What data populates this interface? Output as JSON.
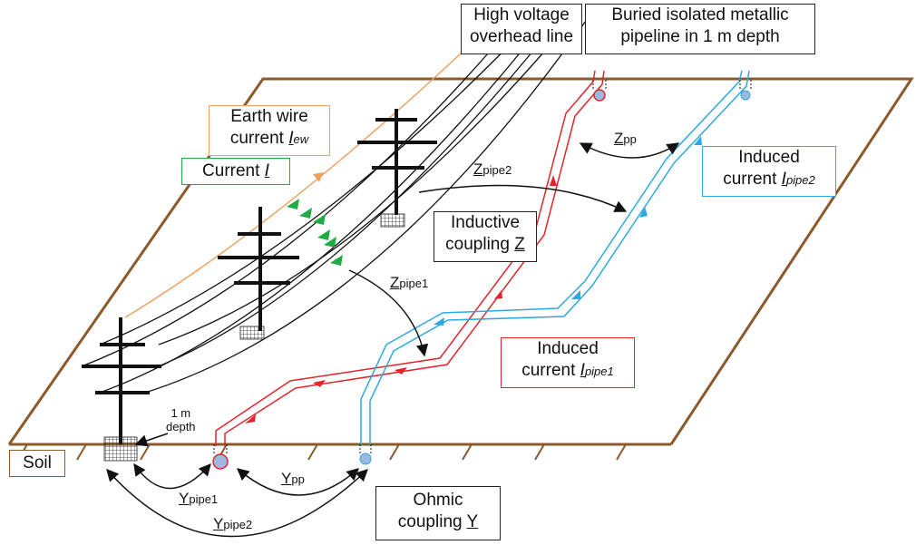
{
  "labels": {
    "hv_line": [
      "High voltage",
      "overhead line"
    ],
    "pipeline": [
      "Buried isolated metallic",
      "pipeline in 1 m depth"
    ],
    "earth_wire": {
      "line1": "Earth wire",
      "line2": "current ",
      "sym": "I",
      "sub": "ew"
    },
    "current": {
      "text": "Current ",
      "sym": "I"
    },
    "induced2": {
      "line1": "Induced",
      "line2": "current ",
      "sym": "I",
      "sub": "pipe2"
    },
    "induced1": {
      "line1": "Induced",
      "line2": "current ",
      "sym": "I",
      "sub": "pipe1"
    },
    "inductive": {
      "line1": "Inductive",
      "line2": "coupling ",
      "sym": "Z"
    },
    "ohmic": {
      "line1": "Ohmic",
      "line2": "coupling ",
      "sym": "Y"
    },
    "soil": "Soil",
    "depth": [
      "1 m",
      "depth"
    ],
    "zpp": {
      "sym": "Z",
      "sub": "pp"
    },
    "zpipe2": {
      "sym": "Z",
      "sub": "pipe2"
    },
    "zpipe1": {
      "sym": "Z",
      "sub": "pipe1"
    },
    "ypp": {
      "sym": "Y",
      "sub": "pp"
    },
    "ypipe1": {
      "sym": "Y",
      "sub": "pipe1"
    },
    "ypipe2": {
      "sym": "Y",
      "sub": "pipe2"
    }
  },
  "colors": {
    "soil": "#8B5A2B",
    "pipe1": "#E0262B",
    "pipe2": "#2EA8E0",
    "earth_wire": "#F0A060",
    "current_arrows": "#22AA44",
    "pipe_end": "#9DB8E0"
  }
}
